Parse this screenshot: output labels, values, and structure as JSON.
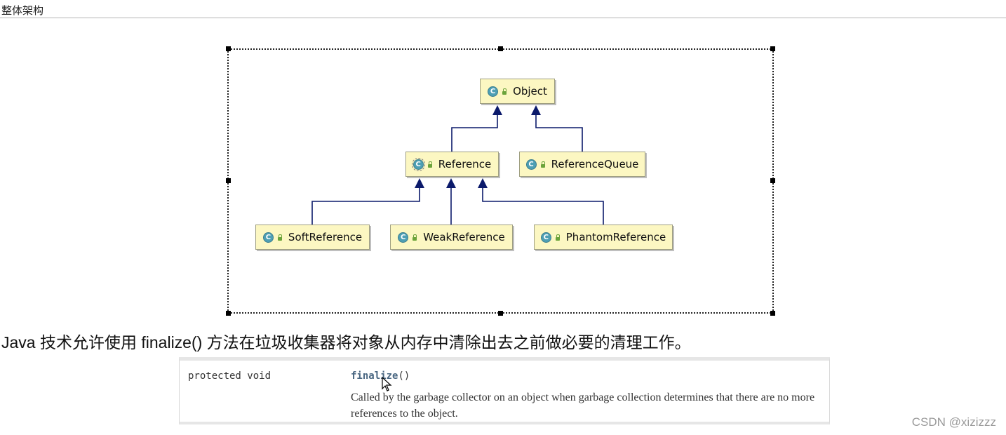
{
  "header": {
    "title": "整体架构"
  },
  "diagram": {
    "nodes": [
      {
        "id": "object",
        "label": "Object",
        "icon": "class-icon",
        "icon_text": "C",
        "abstract": false
      },
      {
        "id": "reference",
        "label": "Reference",
        "icon": "abstract-class-icon",
        "icon_text": "C",
        "abstract": true
      },
      {
        "id": "referencequeue",
        "label": "ReferenceQueue",
        "icon": "class-icon",
        "icon_text": "C",
        "abstract": false
      },
      {
        "id": "softreference",
        "label": "SoftReference",
        "icon": "class-icon",
        "icon_text": "C",
        "abstract": false
      },
      {
        "id": "weakreference",
        "label": "WeakReference",
        "icon": "class-icon",
        "icon_text": "C",
        "abstract": false
      },
      {
        "id": "phantomreference",
        "label": "PhantomReference",
        "icon": "class-icon",
        "icon_text": "C",
        "abstract": false
      }
    ],
    "edges": [
      {
        "from": "reference",
        "to": "object",
        "type": "inheritance"
      },
      {
        "from": "referencequeue",
        "to": "object",
        "type": "inheritance"
      },
      {
        "from": "softreference",
        "to": "reference",
        "type": "inheritance"
      },
      {
        "from": "weakreference",
        "to": "reference",
        "type": "inheritance"
      },
      {
        "from": "phantomreference",
        "to": "reference",
        "type": "inheritance"
      }
    ],
    "colors": {
      "node_fill": "#fcf7c2",
      "edge": "#0b1a6b",
      "class_icon": "#4e9fb4",
      "lock_icon": "#6ba33a"
    }
  },
  "description": {
    "text_before": "Java 技术允许使用 ",
    "code": "finalize()",
    "text_after": " 方法在垃圾收集器将对象从内存中清除出去之前做必要的清理工作。"
  },
  "api": {
    "modifier": "protected void",
    "method_name": "finalize",
    "method_params": "()",
    "summary": "Called by the garbage collector on an object when garbage collection determines that there are no more references to the object."
  },
  "watermark": "CSDN @xizizzz"
}
